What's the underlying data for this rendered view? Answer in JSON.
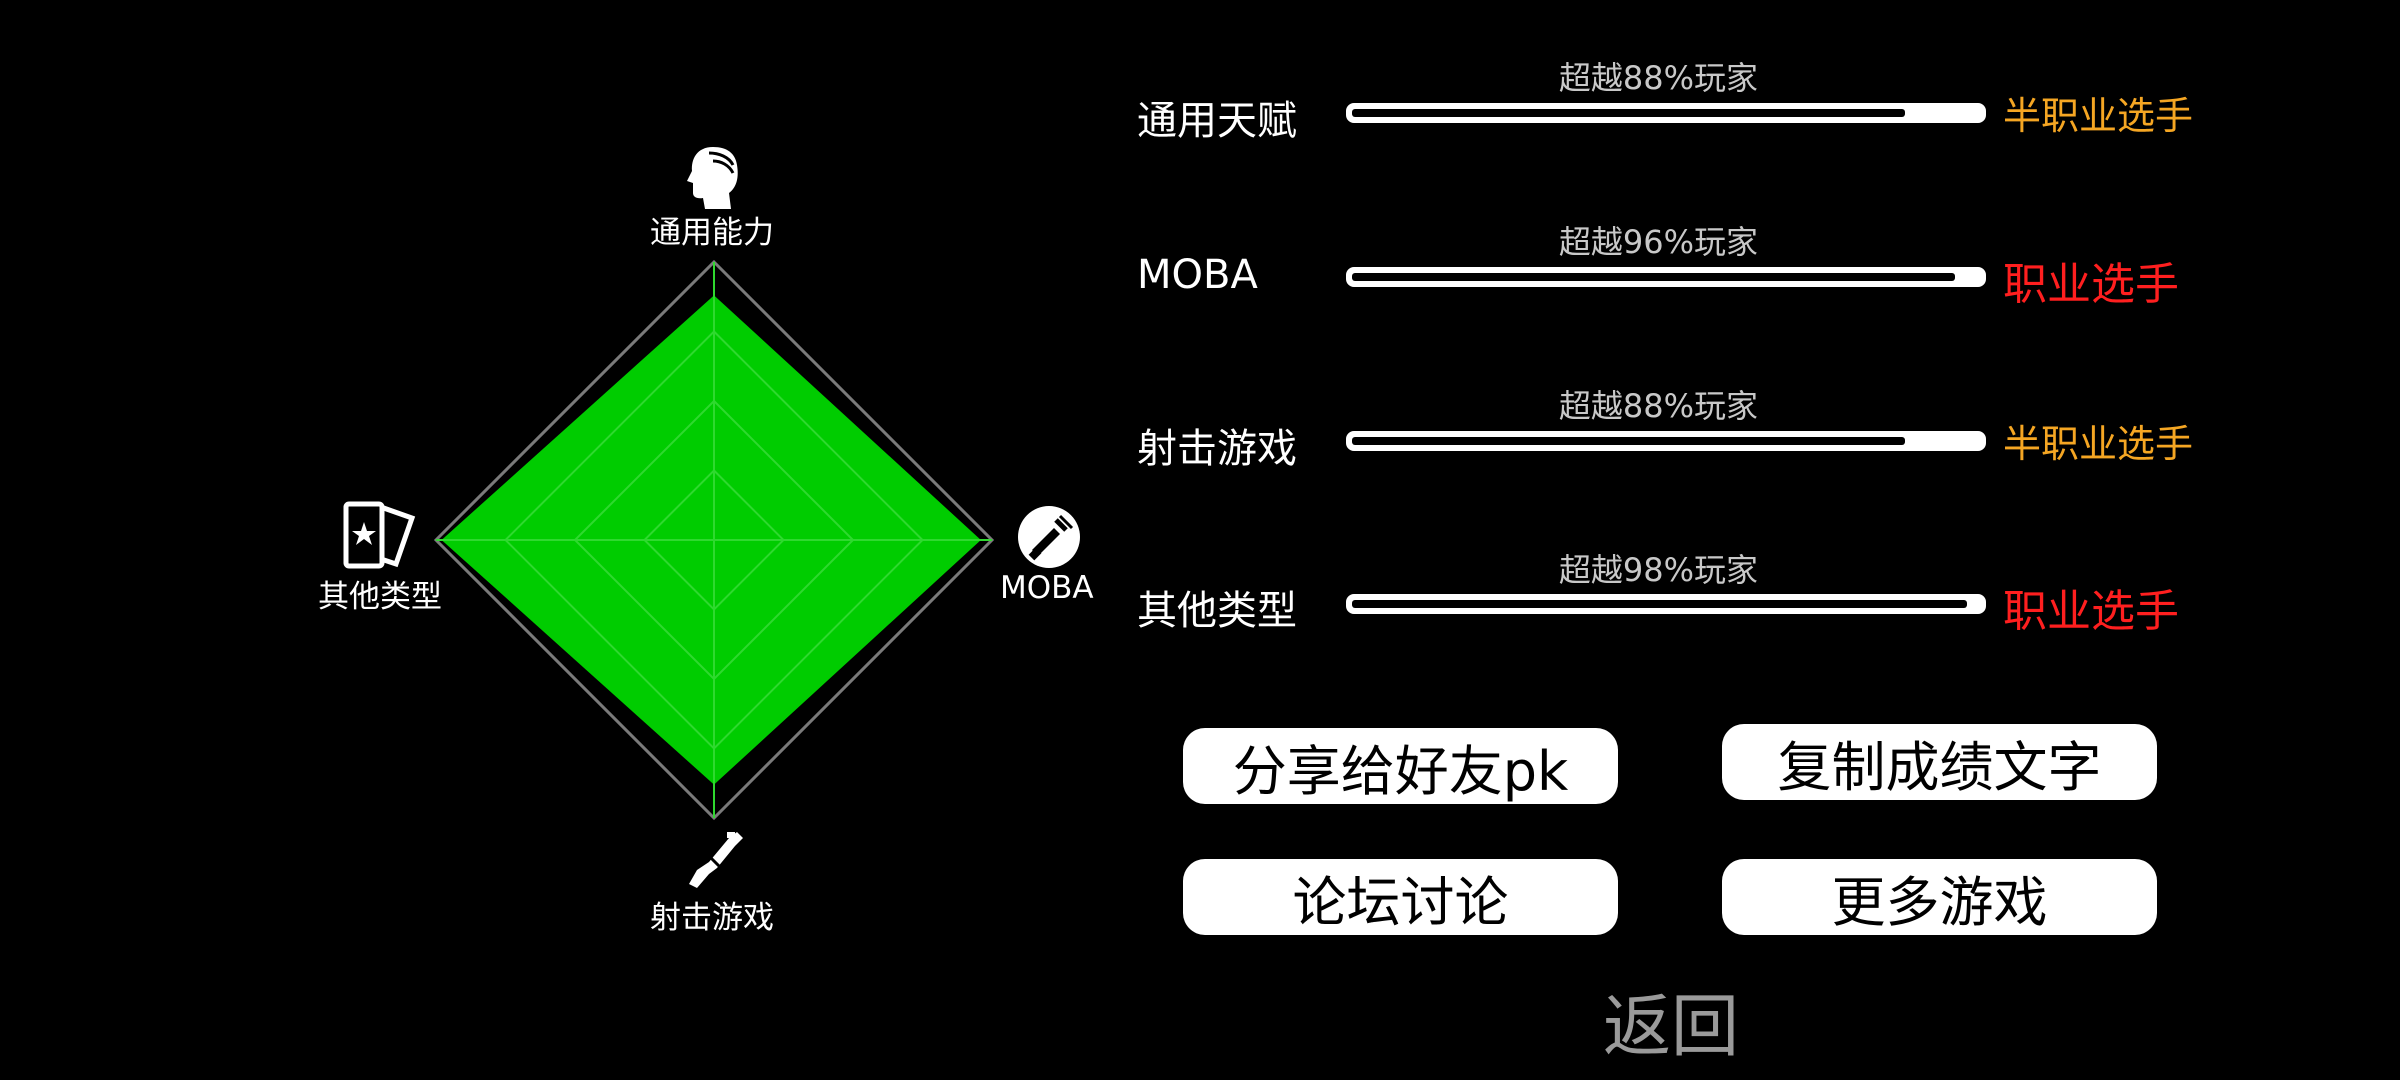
{
  "radar": {
    "axes": [
      {
        "key": "top",
        "label": "通用能力",
        "value": 0.88,
        "icon": "head-icon"
      },
      {
        "key": "right",
        "label": "MOBA",
        "value": 0.96,
        "icon": "sword-icon"
      },
      {
        "key": "bottom",
        "label": "射击游戏",
        "value": 0.88,
        "icon": "gun-icon"
      },
      {
        "key": "left",
        "label": "其他类型",
        "value": 0.98,
        "icon": "cards-icon"
      }
    ],
    "fill_color": "#00cc00",
    "grid_color": "#2fd92f",
    "outline_color": "#7a7a7a"
  },
  "stats": [
    {
      "label": "通用天赋",
      "pct_text": "超越88%玩家",
      "fill": 0.88,
      "rank": "半职业选手",
      "rank_color": "#f5a623"
    },
    {
      "label": "MOBA",
      "pct_text": "超越96%玩家",
      "fill": 0.96,
      "rank": "职业选手",
      "rank_color": "#ff1f1f"
    },
    {
      "label": "射击游戏",
      "pct_text": "超越88%玩家",
      "fill": 0.88,
      "rank": "半职业选手",
      "rank_color": "#f5a623"
    },
    {
      "label": "其他类型",
      "pct_text": "超越98%玩家",
      "fill": 0.98,
      "rank": "职业选手",
      "rank_color": "#ff1f1f"
    }
  ],
  "buttons": {
    "share": "分享给好友pk",
    "copy": "复制成绩文字",
    "forum": "论坛讨论",
    "more": "更多游戏"
  },
  "back_label": "返回"
}
